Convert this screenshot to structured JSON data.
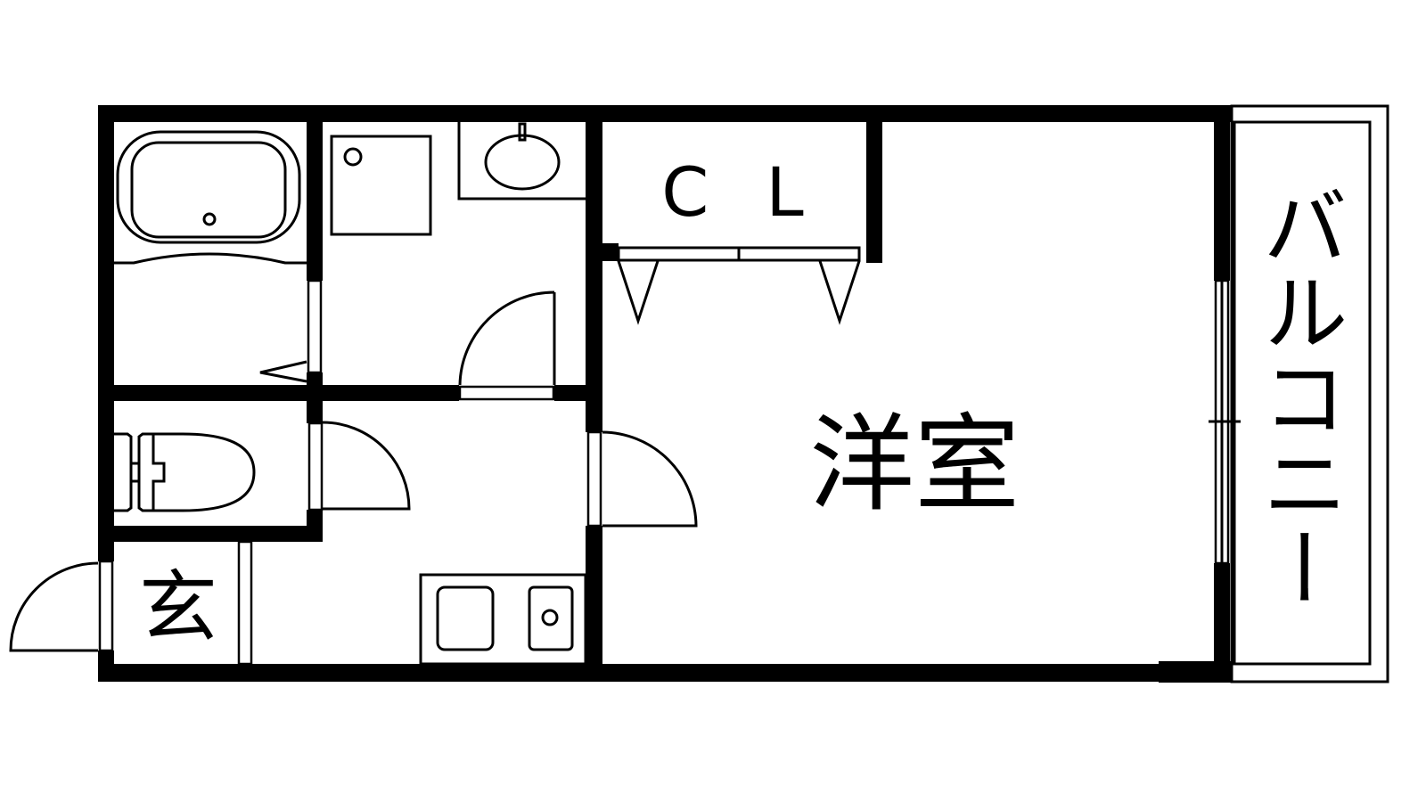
{
  "floorplan": {
    "rooms": {
      "closet": "C L",
      "western_room": "洋室",
      "entrance": "玄",
      "balcony": "バルコニー"
    },
    "colors": {
      "wall": "#000000",
      "background": "#ffffff"
    }
  }
}
